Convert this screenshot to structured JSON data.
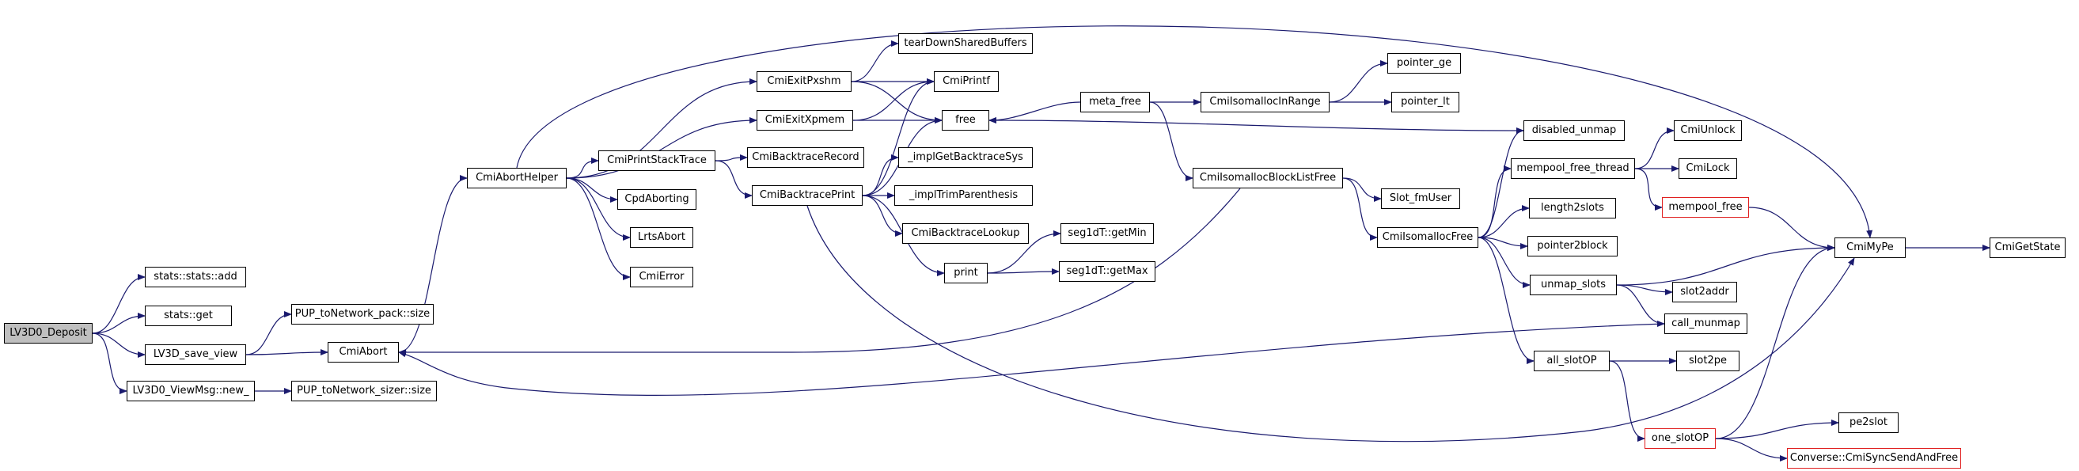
{
  "graph": {
    "nodes": {
      "LV3D0_Deposit": {
        "label": "LV3D0_Deposit",
        "root": true
      },
      "stats_add": {
        "label": "stats::stats::add"
      },
      "stats_get": {
        "label": "stats::get"
      },
      "LV3D_save_view": {
        "label": "LV3D_save_view"
      },
      "LV3D0_ViewMsg_new": {
        "label": "LV3D0_ViewMsg::new_"
      },
      "PUP_toNetwork_pack_size": {
        "label": "PUP_toNetwork_pack::size"
      },
      "PUP_toNetwork_sizer_size": {
        "label": "PUP_toNetwork_sizer::size"
      },
      "CmiAbort": {
        "label": "CmiAbort"
      },
      "CmiAbortHelper": {
        "label": "CmiAbortHelper"
      },
      "CmiExitPxshm": {
        "label": "CmiExitPxshm"
      },
      "CmiExitXpmem": {
        "label": "CmiExitXpmem"
      },
      "CmiPrintStackTrace": {
        "label": "CmiPrintStackTrace"
      },
      "CpdAborting": {
        "label": "CpdAborting"
      },
      "LrtsAbort": {
        "label": "LrtsAbort"
      },
      "CmiError": {
        "label": "CmiError"
      },
      "tearDownSharedBuffers": {
        "label": "tearDownSharedBuffers"
      },
      "CmiPrintf": {
        "label": "CmiPrintf"
      },
      "free": {
        "label": "free"
      },
      "CmiBacktraceRecord": {
        "label": "CmiBacktraceRecord"
      },
      "CmiBacktracePrint": {
        "label": "CmiBacktracePrint"
      },
      "implGetBacktraceSys": {
        "label": "_implGetBacktraceSys"
      },
      "implTrimParenthesis": {
        "label": "_implTrimParenthesis"
      },
      "CmiBacktraceLookup": {
        "label": "CmiBacktraceLookup"
      },
      "print": {
        "label": "print"
      },
      "seg1dT_getMin": {
        "label": "seg1dT::getMin"
      },
      "seg1dT_getMax": {
        "label": "seg1dT::getMax"
      },
      "meta_free": {
        "label": "meta_free"
      },
      "CmiIsomallocInRange": {
        "label": "CmiIsomallocInRange"
      },
      "pointer_ge": {
        "label": "pointer_ge"
      },
      "pointer_lt": {
        "label": "pointer_lt"
      },
      "CmiIsomallocBlockListFree": {
        "label": "CmiIsomallocBlockListFree"
      },
      "Slot_fmUser": {
        "label": "Slot_fmUser"
      },
      "CmiIsomallocFree": {
        "label": "CmiIsomallocFree"
      },
      "disabled_unmap": {
        "label": "disabled_unmap"
      },
      "mempool_free_thread": {
        "label": "mempool_free_thread"
      },
      "length2slots": {
        "label": "length2slots"
      },
      "pointer2block": {
        "label": "pointer2block"
      },
      "unmap_slots": {
        "label": "unmap_slots"
      },
      "all_slotOP": {
        "label": "all_slotOP"
      },
      "CmiUnlock": {
        "label": "CmiUnlock"
      },
      "CmiLock": {
        "label": "CmiLock"
      },
      "mempool_free": {
        "label": "mempool_free",
        "truncated": true
      },
      "slot2addr": {
        "label": "slot2addr"
      },
      "call_munmap": {
        "label": "call_munmap"
      },
      "slot2pe": {
        "label": "slot2pe"
      },
      "one_slotOP": {
        "label": "one_slotOP",
        "truncated": true
      },
      "pe2slot": {
        "label": "pe2slot"
      },
      "Converse_CmiSyncSendAndFree": {
        "label": "Converse::CmiSyncSendAndFree",
        "truncated": true
      },
      "CmiMyPe": {
        "label": "CmiMyPe"
      },
      "CmiGetState": {
        "label": "CmiGetState"
      }
    },
    "edges": [
      [
        "LV3D0_Deposit",
        "stats_add"
      ],
      [
        "LV3D0_Deposit",
        "stats_get"
      ],
      [
        "LV3D0_Deposit",
        "LV3D_save_view"
      ],
      [
        "LV3D0_Deposit",
        "LV3D0_ViewMsg_new"
      ],
      [
        "LV3D_save_view",
        "PUP_toNetwork_pack_size"
      ],
      [
        "LV3D_save_view",
        "CmiAbort"
      ],
      [
        "LV3D0_ViewMsg_new",
        "PUP_toNetwork_sizer_size"
      ],
      [
        "CmiAbort",
        "CmiAbortHelper"
      ],
      [
        "CmiAbortHelper",
        "CmiExitPxshm"
      ],
      [
        "CmiAbortHelper",
        "CmiExitXpmem"
      ],
      [
        "CmiAbortHelper",
        "CmiPrintStackTrace"
      ],
      [
        "CmiAbortHelper",
        "CpdAborting"
      ],
      [
        "CmiAbortHelper",
        "LrtsAbort"
      ],
      [
        "CmiAbortHelper",
        "CmiError"
      ],
      [
        "CmiAbortHelper",
        "CmiMyPe"
      ],
      [
        "CmiExitPxshm",
        "tearDownSharedBuffers"
      ],
      [
        "CmiExitPxshm",
        "CmiPrintf"
      ],
      [
        "CmiExitPxshm",
        "free"
      ],
      [
        "CmiExitXpmem",
        "CmiPrintf"
      ],
      [
        "CmiExitXpmem",
        "free"
      ],
      [
        "CmiPrintStackTrace",
        "CmiBacktraceRecord"
      ],
      [
        "CmiPrintStackTrace",
        "CmiBacktracePrint"
      ],
      [
        "CmiBacktracePrint",
        "CmiPrintf"
      ],
      [
        "CmiBacktracePrint",
        "free"
      ],
      [
        "CmiBacktracePrint",
        "implGetBacktraceSys"
      ],
      [
        "CmiBacktracePrint",
        "implTrimParenthesis"
      ],
      [
        "CmiBacktracePrint",
        "CmiBacktraceLookup"
      ],
      [
        "CmiBacktracePrint",
        "print"
      ],
      [
        "CmiBacktracePrint",
        "CmiMyPe"
      ],
      [
        "print",
        "seg1dT_getMin"
      ],
      [
        "print",
        "seg1dT_getMax"
      ],
      [
        "meta_free",
        "free"
      ],
      [
        "meta_free",
        "CmiIsomallocInRange"
      ],
      [
        "meta_free",
        "CmiIsomallocBlockListFree"
      ],
      [
        "CmiIsomallocInRange",
        "pointer_ge"
      ],
      [
        "CmiIsomallocInRange",
        "pointer_lt"
      ],
      [
        "CmiIsomallocBlockListFree",
        "Slot_fmUser"
      ],
      [
        "CmiIsomallocBlockListFree",
        "CmiIsomallocFree"
      ],
      [
        "CmiIsomallocBlockListFree",
        "CmiAbort"
      ],
      [
        "disabled_unmap",
        "free"
      ],
      [
        "CmiIsomallocFree",
        "disabled_unmap"
      ],
      [
        "CmiIsomallocFree",
        "mempool_free_thread"
      ],
      [
        "CmiIsomallocFree",
        "length2slots"
      ],
      [
        "CmiIsomallocFree",
        "pointer2block"
      ],
      [
        "CmiIsomallocFree",
        "unmap_slots"
      ],
      [
        "CmiIsomallocFree",
        "all_slotOP"
      ],
      [
        "mempool_free_thread",
        "CmiUnlock"
      ],
      [
        "mempool_free_thread",
        "CmiLock"
      ],
      [
        "mempool_free_thread",
        "mempool_free"
      ],
      [
        "mempool_free",
        "CmiMyPe"
      ],
      [
        "unmap_slots",
        "slot2addr"
      ],
      [
        "unmap_slots",
        "call_munmap"
      ],
      [
        "unmap_slots",
        "CmiMyPe"
      ],
      [
        "call_munmap",
        "CmiAbort"
      ],
      [
        "all_slotOP",
        "slot2pe"
      ],
      [
        "all_slotOP",
        "one_slotOP"
      ],
      [
        "one_slotOP",
        "pe2slot"
      ],
      [
        "one_slotOP",
        "Converse_CmiSyncSendAndFree"
      ],
      [
        "one_slotOP",
        "CmiMyPe"
      ],
      [
        "CmiMyPe",
        "CmiGetState"
      ]
    ]
  }
}
